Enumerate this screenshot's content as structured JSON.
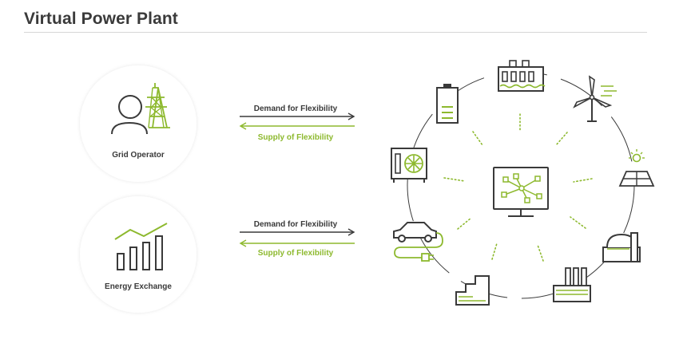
{
  "title": "Virtual Power Plant",
  "colors": {
    "accent": "#8db92e",
    "ink": "#3a3a3a",
    "rule": "#d6d6d6",
    "circle_shadow": "#e6e6e6"
  },
  "actors": [
    {
      "label": "Grid Operator",
      "icon": "grid-operator-icon",
      "demand_label": "Demand for Flexibility",
      "supply_label": "Supply of Flexibility"
    },
    {
      "label": "Energy Exchange",
      "icon": "energy-exchange-icon",
      "demand_label": "Demand for Flexibility",
      "supply_label": "Supply of Flexibility"
    }
  ],
  "hub": {
    "icon": "control-monitor-icon"
  },
  "assets": [
    {
      "icon": "battery-icon"
    },
    {
      "icon": "hydro-dam-icon"
    },
    {
      "icon": "wind-turbine-icon"
    },
    {
      "icon": "solar-panel-icon"
    },
    {
      "icon": "biogas-plant-icon"
    },
    {
      "icon": "factory-icon"
    },
    {
      "icon": "industrial-building-icon"
    },
    {
      "icon": "electric-car-icon"
    },
    {
      "icon": "heat-pump-icon"
    }
  ]
}
